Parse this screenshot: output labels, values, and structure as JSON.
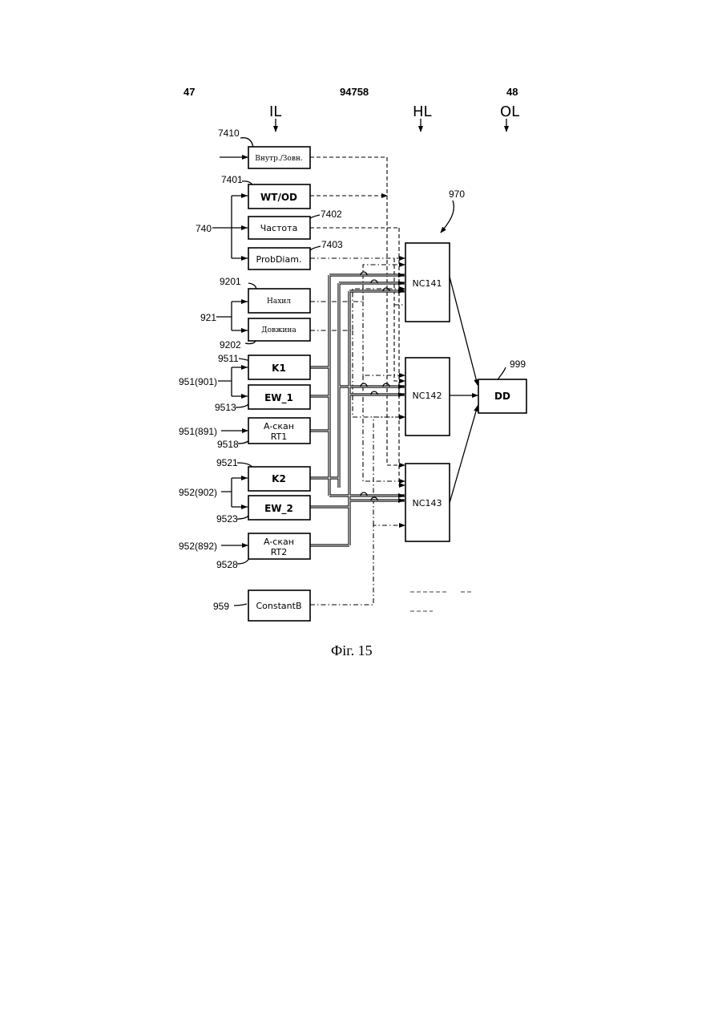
{
  "header": {
    "page_left": "47",
    "doc_number": "94758",
    "page_right": "48"
  },
  "layers": {
    "input": "IL",
    "hidden": "HL",
    "output": "OL"
  },
  "boxes": {
    "b7410": "Внутр./Зовн.",
    "b7401": "WT/OD",
    "b7402": "Частота",
    "b7403": "ProbDiam.",
    "b9201": "Нахил",
    "b9202": "Довжина",
    "b9511": "K1",
    "b9513": "EW_1",
    "b9518_l1": "A-скан",
    "b9518_l2": "RT1",
    "b9521": "K2",
    "b9523": "EW_2",
    "b9528_l1": "A-скан",
    "b9528_l2": "RT2",
    "b959": "ConstantB",
    "nc141": "NC141",
    "nc142": "NC142",
    "nc143": "NC143",
    "dd": "DD"
  },
  "labels": {
    "l7410": "7410",
    "l7401": "7401",
    "l7402": "7402",
    "l7403": "7403",
    "l740": "740",
    "l9201": "9201",
    "l921": "921",
    "l9202": "9202",
    "l9511": "9511",
    "l951_901": "951(901)",
    "l9513": "9513",
    "l951_891": "951(891)",
    "l9518": "9518",
    "l9521": "9521",
    "l952_902": "952(902)",
    "l9523": "9523",
    "l952_892": "952(892)",
    "l9528": "9528",
    "l959": "959",
    "l970": "970",
    "l999": "999"
  },
  "caption": "Фіг. 15"
}
